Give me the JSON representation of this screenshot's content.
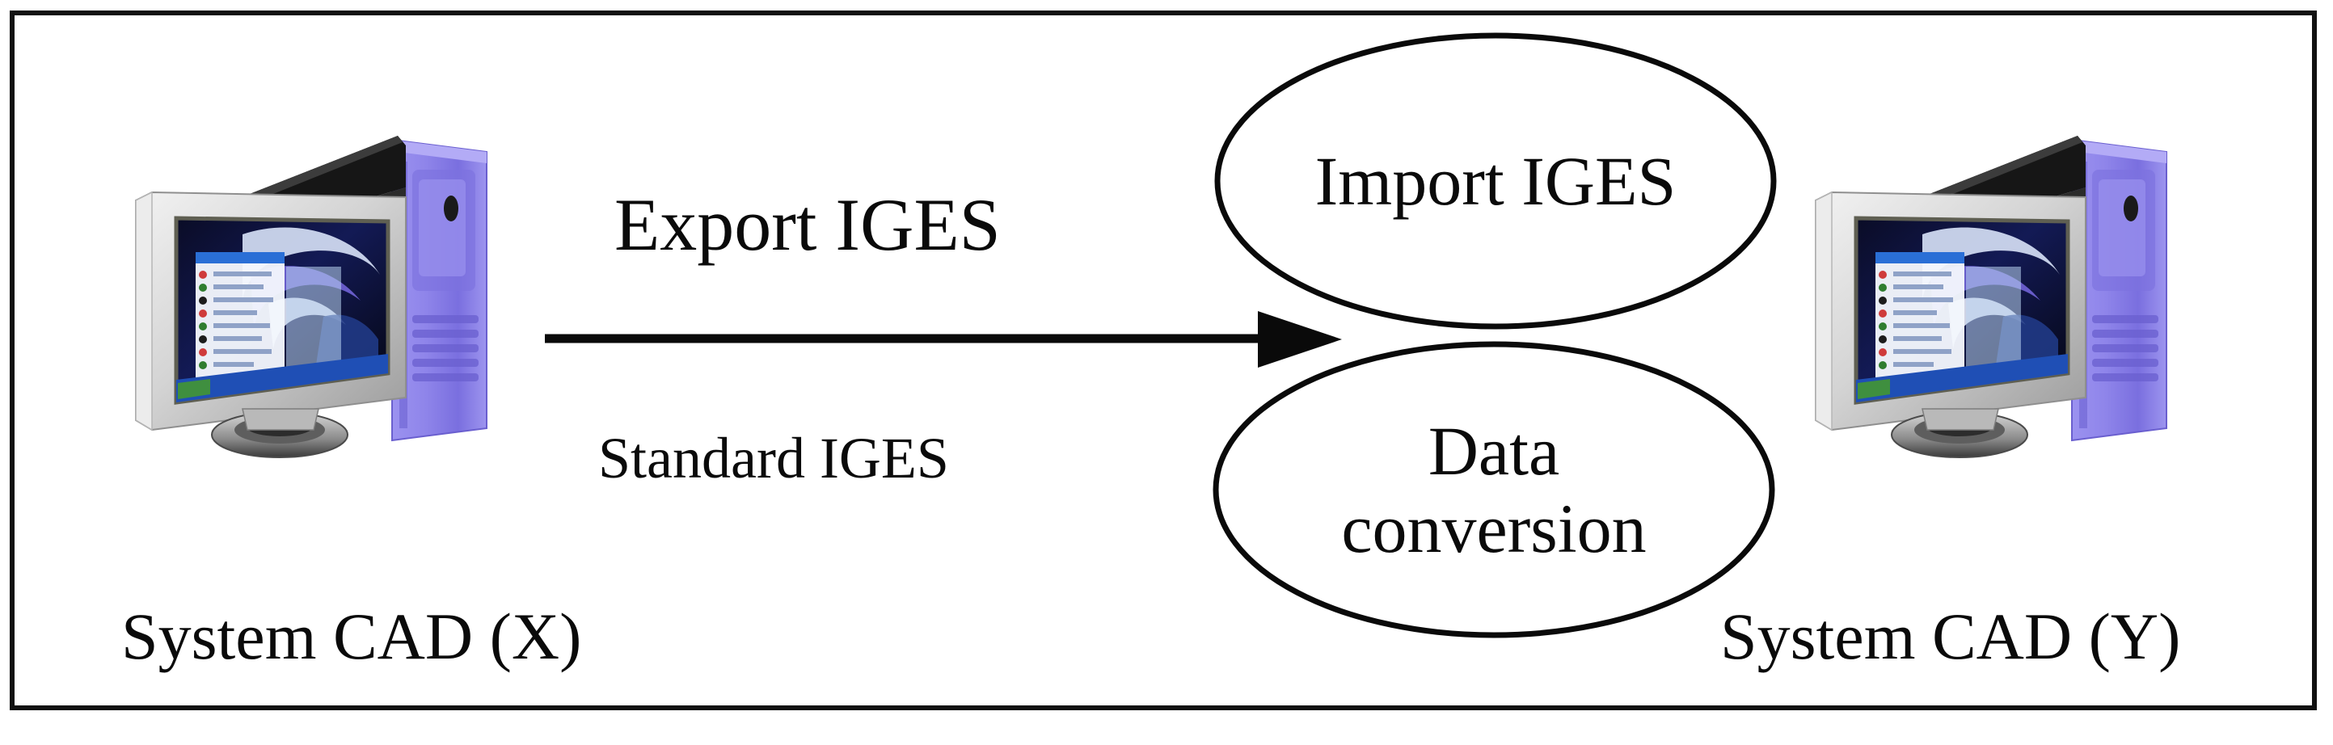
{
  "figure": {
    "title": "IGES based CAD data exchange between two CAD systems",
    "border_color": "#111111",
    "background": "#ffffff"
  },
  "nodes": {
    "source_system": {
      "icon": "desktop-computer-icon",
      "label": "System CAD (X)"
    },
    "target_system": {
      "icon": "desktop-computer-icon",
      "label": "System CAD (Y)"
    }
  },
  "edge": {
    "icon": "right-arrow-icon",
    "top_label": "Export IGES",
    "bottom_label": "Standard IGES"
  },
  "bubbles": [
    {
      "name": "import-bubble",
      "lines": [
        "Import IGES"
      ]
    },
    {
      "name": "data-conversion-bubble",
      "lines": [
        "Data",
        "conversion"
      ]
    }
  ],
  "bubble_text": {
    "import": "Import IGES",
    "conversion_line1": "Data",
    "conversion_line2": "conversion"
  },
  "colors": {
    "stroke": "#0a0a0a",
    "tower_purple": "#8f85ea",
    "tower_purple_dark": "#6f62d4",
    "tower_purple_light": "#a9a1f2",
    "bezel_light": "#e8e8e8",
    "bezel_mid": "#c9c9c9",
    "bezel_dark": "#8d8d8d",
    "screen_dark": "#0c1030",
    "screen_blue": "#1f4fb5",
    "taskbar_blue": "#2a6fd6"
  }
}
